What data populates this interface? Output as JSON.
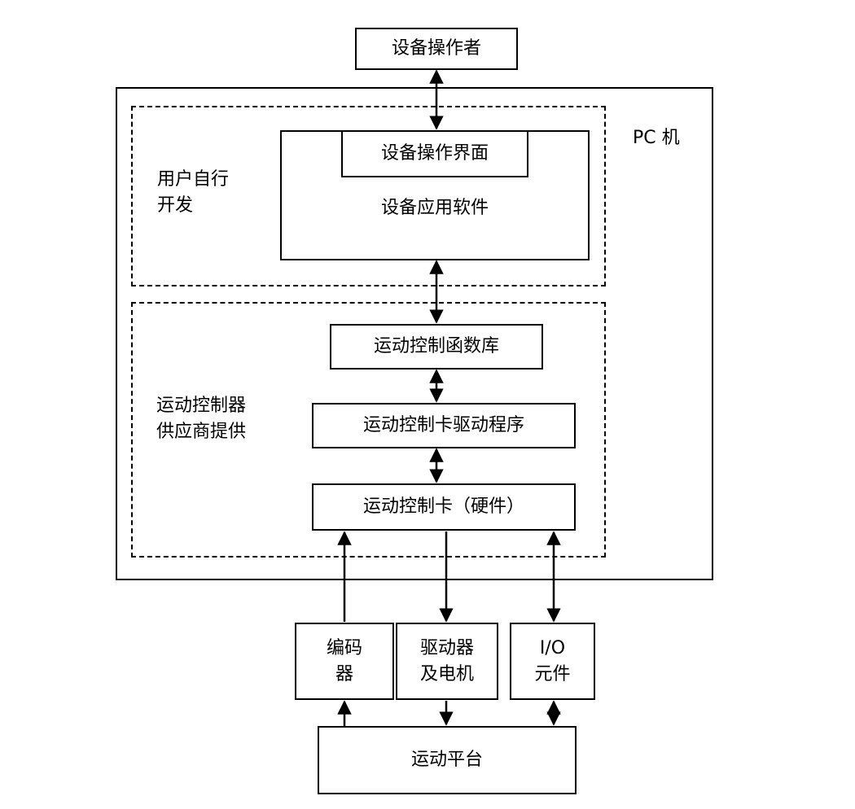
{
  "operator": "设备操作者",
  "pc": "PC 机",
  "user_dev": {
    "line1": "用户自行",
    "line2": "开发"
  },
  "vendor": {
    "line1": "运动控制器",
    "line2": "供应商提供"
  },
  "app_ui": "设备操作界面",
  "app_software": "设备应用软件",
  "motion_lib": "运动控制函数库",
  "driver_program": "运动控制卡驱动程序",
  "control_card": "运动控制卡（硬件）",
  "encoder": {
    "line1": "编码",
    "line2": "器"
  },
  "drive_motor": {
    "line1": "驱动器",
    "line2": "及电机"
  },
  "io": {
    "line1": "I/O",
    "line2": "元件"
  },
  "platform": "运动平台"
}
